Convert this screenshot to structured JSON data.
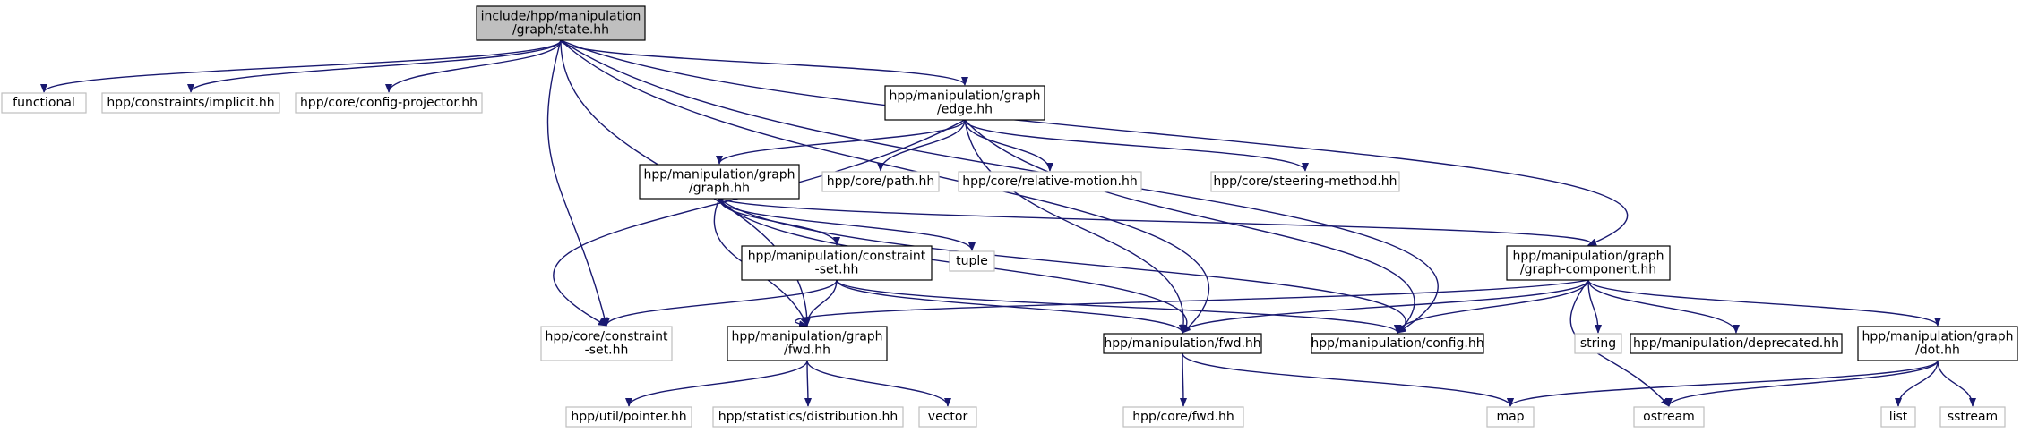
{
  "diagram": {
    "nodes": [
      {
        "id": "state",
        "lines": [
          "include/hpp/manipulation",
          "/graph/state.hh"
        ],
        "kind": "root"
      },
      {
        "id": "functional",
        "lines": [
          "functional"
        ],
        "kind": "external"
      },
      {
        "id": "implicit",
        "lines": [
          "hpp/constraints/implicit.hh"
        ],
        "kind": "external"
      },
      {
        "id": "configproj",
        "lines": [
          "hpp/core/config-projector.hh"
        ],
        "kind": "external"
      },
      {
        "id": "edge",
        "lines": [
          "hpp/manipulation/graph",
          "/edge.hh"
        ],
        "kind": "documented"
      },
      {
        "id": "graph",
        "lines": [
          "hpp/manipulation/graph",
          "/graph.hh"
        ],
        "kind": "documented"
      },
      {
        "id": "corepath",
        "lines": [
          "hpp/core/path.hh"
        ],
        "kind": "external"
      },
      {
        "id": "relmotion",
        "lines": [
          "hpp/core/relative-motion.hh"
        ],
        "kind": "external"
      },
      {
        "id": "steering",
        "lines": [
          "hpp/core/steering-method.hh"
        ],
        "kind": "external"
      },
      {
        "id": "constraintset",
        "lines": [
          "hpp/manipulation/constraint",
          "-set.hh"
        ],
        "kind": "documented"
      },
      {
        "id": "tuple",
        "lines": [
          "tuple"
        ],
        "kind": "external"
      },
      {
        "id": "graphcomp",
        "lines": [
          "hpp/manipulation/graph",
          "/graph-component.hh"
        ],
        "kind": "documented"
      },
      {
        "id": "corecs",
        "lines": [
          "hpp/core/constraint",
          "-set.hh"
        ],
        "kind": "external"
      },
      {
        "id": "graphfwd",
        "lines": [
          "hpp/manipulation/graph",
          "/fwd.hh"
        ],
        "kind": "documented"
      },
      {
        "id": "manipfwd",
        "lines": [
          "hpp/manipulation/fwd.hh"
        ],
        "kind": "documented"
      },
      {
        "id": "config",
        "lines": [
          "hpp/manipulation/config.hh"
        ],
        "kind": "documented"
      },
      {
        "id": "string",
        "lines": [
          "string"
        ],
        "kind": "external"
      },
      {
        "id": "deprecated",
        "lines": [
          "hpp/manipulation/deprecated.hh"
        ],
        "kind": "documented"
      },
      {
        "id": "dot",
        "lines": [
          "hpp/manipulation/graph",
          "/dot.hh"
        ],
        "kind": "documented"
      },
      {
        "id": "pointer",
        "lines": [
          "hpp/util/pointer.hh"
        ],
        "kind": "external"
      },
      {
        "id": "distribution",
        "lines": [
          "hpp/statistics/distribution.hh"
        ],
        "kind": "external"
      },
      {
        "id": "vector",
        "lines": [
          "vector"
        ],
        "kind": "external"
      },
      {
        "id": "corefwd",
        "lines": [
          "hpp/core/fwd.hh"
        ],
        "kind": "external"
      },
      {
        "id": "map",
        "lines": [
          "map"
        ],
        "kind": "external"
      },
      {
        "id": "ostream",
        "lines": [
          "ostream"
        ],
        "kind": "external"
      },
      {
        "id": "list",
        "lines": [
          "list"
        ],
        "kind": "external"
      },
      {
        "id": "sstream",
        "lines": [
          "sstream"
        ],
        "kind": "external"
      }
    ],
    "edges": [
      [
        "state",
        "functional"
      ],
      [
        "state",
        "implicit"
      ],
      [
        "state",
        "configproj"
      ],
      [
        "state",
        "edge"
      ],
      [
        "state",
        "corecs"
      ],
      [
        "state",
        "graphfwd"
      ],
      [
        "state",
        "manipfwd"
      ],
      [
        "state",
        "config"
      ],
      [
        "state",
        "graphcomp"
      ],
      [
        "edge",
        "graph"
      ],
      [
        "edge",
        "corepath"
      ],
      [
        "edge",
        "relmotion"
      ],
      [
        "edge",
        "steering"
      ],
      [
        "edge",
        "corecs"
      ],
      [
        "edge",
        "manipfwd"
      ],
      [
        "edge",
        "config"
      ],
      [
        "graph",
        "constraintset"
      ],
      [
        "graph",
        "tuple"
      ],
      [
        "graph",
        "graphcomp"
      ],
      [
        "graph",
        "graphfwd"
      ],
      [
        "graph",
        "manipfwd"
      ],
      [
        "graph",
        "config"
      ],
      [
        "constraintset",
        "corecs"
      ],
      [
        "constraintset",
        "graphfwd"
      ],
      [
        "constraintset",
        "manipfwd"
      ],
      [
        "constraintset",
        "config"
      ],
      [
        "graphcomp",
        "graphfwd"
      ],
      [
        "graphcomp",
        "manipfwd"
      ],
      [
        "graphcomp",
        "config"
      ],
      [
        "graphcomp",
        "string"
      ],
      [
        "graphcomp",
        "deprecated"
      ],
      [
        "graphcomp",
        "dot"
      ],
      [
        "graphcomp",
        "ostream"
      ],
      [
        "graphfwd",
        "pointer"
      ],
      [
        "graphfwd",
        "distribution"
      ],
      [
        "graphfwd",
        "vector"
      ],
      [
        "manipfwd",
        "corefwd"
      ],
      [
        "manipfwd",
        "map"
      ],
      [
        "dot",
        "map"
      ],
      [
        "dot",
        "ostream"
      ],
      [
        "dot",
        "list"
      ],
      [
        "dot",
        "sstream"
      ]
    ],
    "colors": {
      "edge": "#191970",
      "root_fill": "#bfbfbf",
      "root_border": "#000000",
      "documented_border": "#000000",
      "external_border": "#bfbfbf",
      "text": "#000000"
    }
  }
}
